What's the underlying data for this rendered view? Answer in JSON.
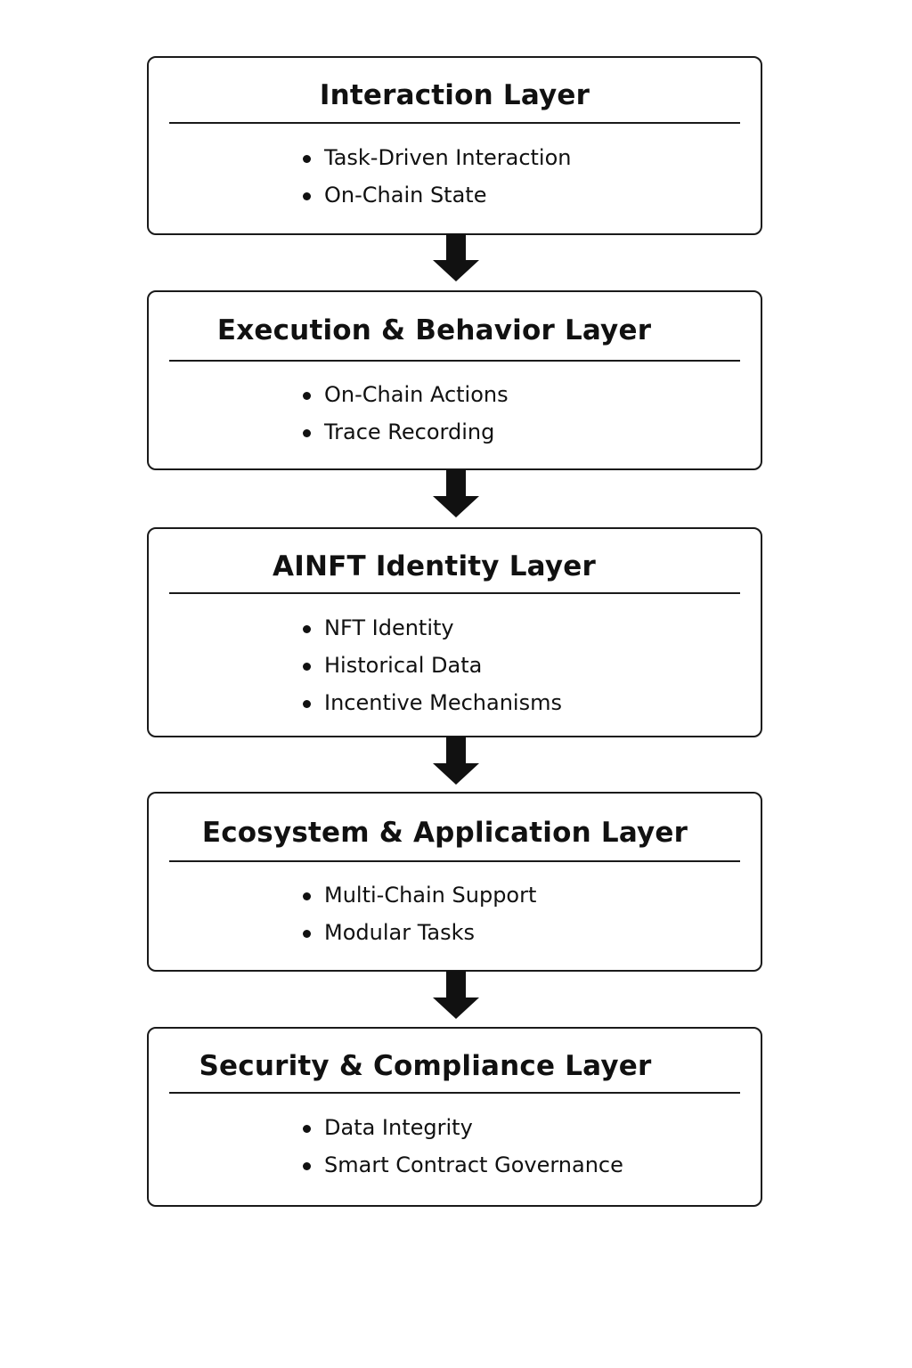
{
  "diagram": {
    "layers": [
      {
        "title": "Interaction Layer",
        "items": [
          "Task-Driven Interaction",
          "On-Chain State"
        ]
      },
      {
        "title": "Execution & Behavior Layer",
        "items": [
          "On-Chain Actions",
          "Trace Recording"
        ]
      },
      {
        "title": "AINFT Identity Layer",
        "items": [
          "NFT Identity",
          "Historical Data",
          "Incentive Mechanisms"
        ]
      },
      {
        "title": "Ecosystem & Application Layer",
        "items": [
          "Multi-Chain Support",
          "Modular Tasks"
        ]
      },
      {
        "title": "Security & Compliance Layer",
        "items": [
          "Data Integrity",
          "Smart Contract Governance"
        ]
      }
    ],
    "arrow_icon": "down-arrow-icon",
    "colors": {
      "stroke": "#1a1a1a",
      "text": "#111111",
      "background": "#ffffff"
    }
  }
}
